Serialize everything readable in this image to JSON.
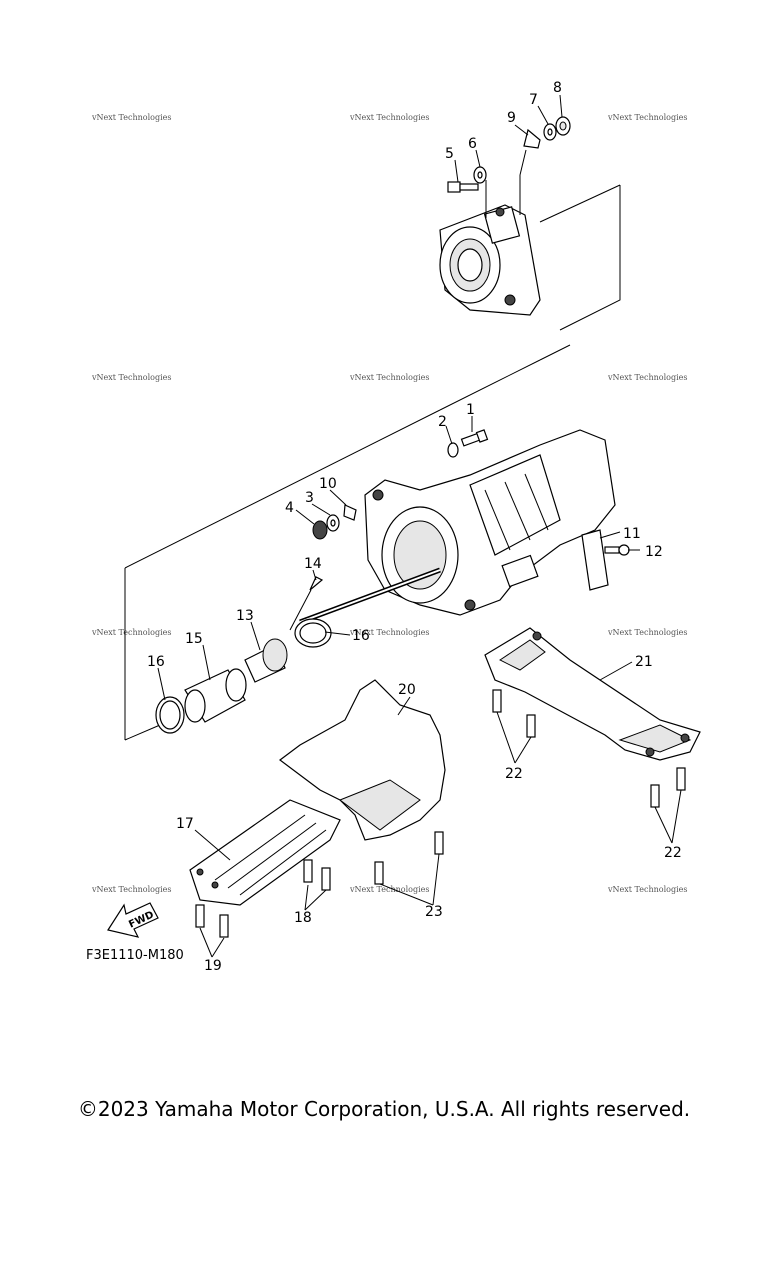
{
  "diagram": {
    "callouts": [
      "1",
      "2",
      "3",
      "4",
      "5",
      "6",
      "7",
      "8",
      "9",
      "10",
      "11",
      "12",
      "13",
      "14",
      "15",
      "16",
      "16",
      "17",
      "18",
      "19",
      "20",
      "21",
      "22",
      "22",
      "23"
    ],
    "figure_code": "F3E1110-M180",
    "fwd_label": "FWD",
    "watermark": "vNext Technologies"
  },
  "footer": {
    "copyright": "©2023 Yamaha Motor Corporation, U.S.A. All rights reserved."
  }
}
